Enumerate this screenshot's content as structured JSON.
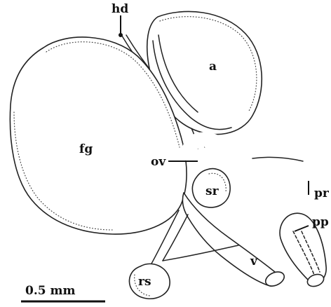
{
  "labels": {
    "hd": "hd",
    "a": "a",
    "fg": "fg",
    "ov": "ov",
    "sr": "sr",
    "pr": "pr",
    "pp": "pp",
    "v": "v",
    "rs": "rs"
  },
  "scale_bar": "0.5 mm",
  "colors": {
    "line": "#222222",
    "background": "#ffffff"
  }
}
